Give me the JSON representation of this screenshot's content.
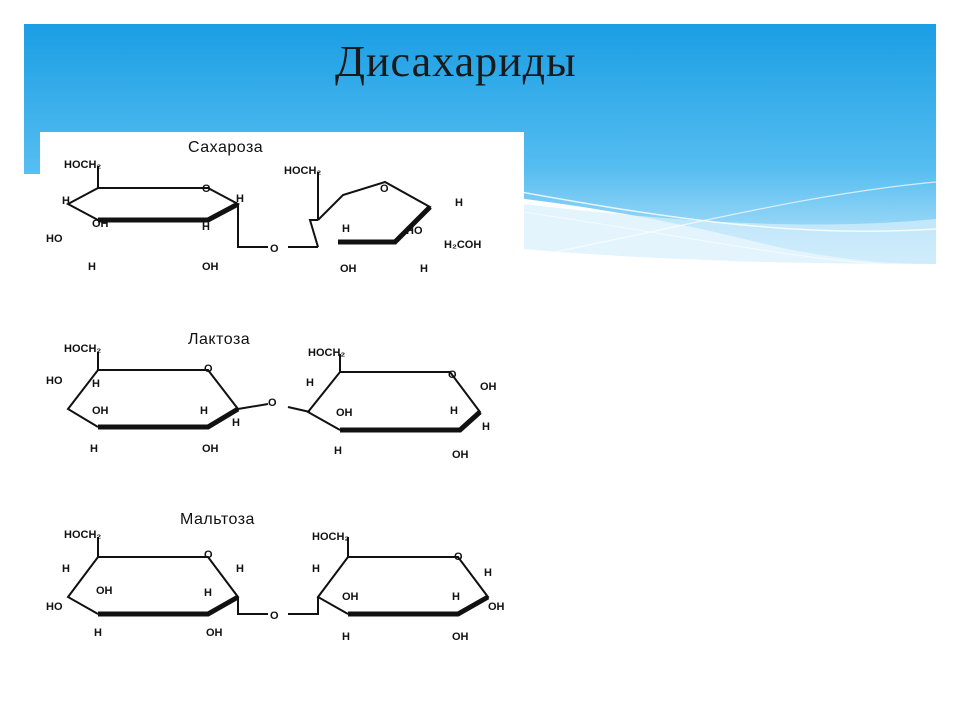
{
  "slide": {
    "title": "Дисахариды"
  },
  "molecules": [
    {
      "name": "Сахароза",
      "left_ring": {
        "hoch2": "HOCH₂",
        "ring_o": "O",
        "h1": "H",
        "h2": "H",
        "oh": "OH",
        "ho": "HO",
        "h3": "H",
        "h4": "H",
        "oh_bottom": "OH"
      },
      "link_o": "O",
      "right_ring": {
        "hoch2": "HOCH₂",
        "ring_o": "O",
        "h1": "H",
        "ho": "HO",
        "h2": "H",
        "h2coh": "H₂COH",
        "oh_bottom": "OH",
        "h3": "H"
      }
    },
    {
      "name": "Лактоза",
      "left_ring": {
        "hoch2": "HOCH₂",
        "ring_o": "O",
        "ho": "HO",
        "h1": "H",
        "oh": "OH",
        "h2": "H",
        "h3": "H",
        "h4": "H",
        "oh_bottom": "OH"
      },
      "link_o": "O",
      "right_ring": {
        "hoch2": "HOCH₂",
        "ring_o": "O",
        "oh_top": "OH",
        "h1": "H",
        "oh": "OH",
        "h2": "H",
        "h3": "H",
        "h4": "H",
        "oh_bottom": "OH"
      }
    },
    {
      "name": "Мальтоза",
      "left_ring": {
        "hoch2": "HOCH₂",
        "ring_o": "O",
        "h1": "H",
        "h2": "H",
        "oh": "OH",
        "ho": "HO",
        "h3": "H",
        "h4": "H",
        "oh_bottom": "OH"
      },
      "link_o": "O",
      "right_ring": {
        "hoch2": "HOCH₂",
        "ring_o": "O",
        "h1": "H",
        "h2": "H",
        "oh": "OH",
        "h3": "H",
        "oh_right": "OH",
        "h4": "H",
        "oh_bottom": "OH"
      }
    }
  ]
}
